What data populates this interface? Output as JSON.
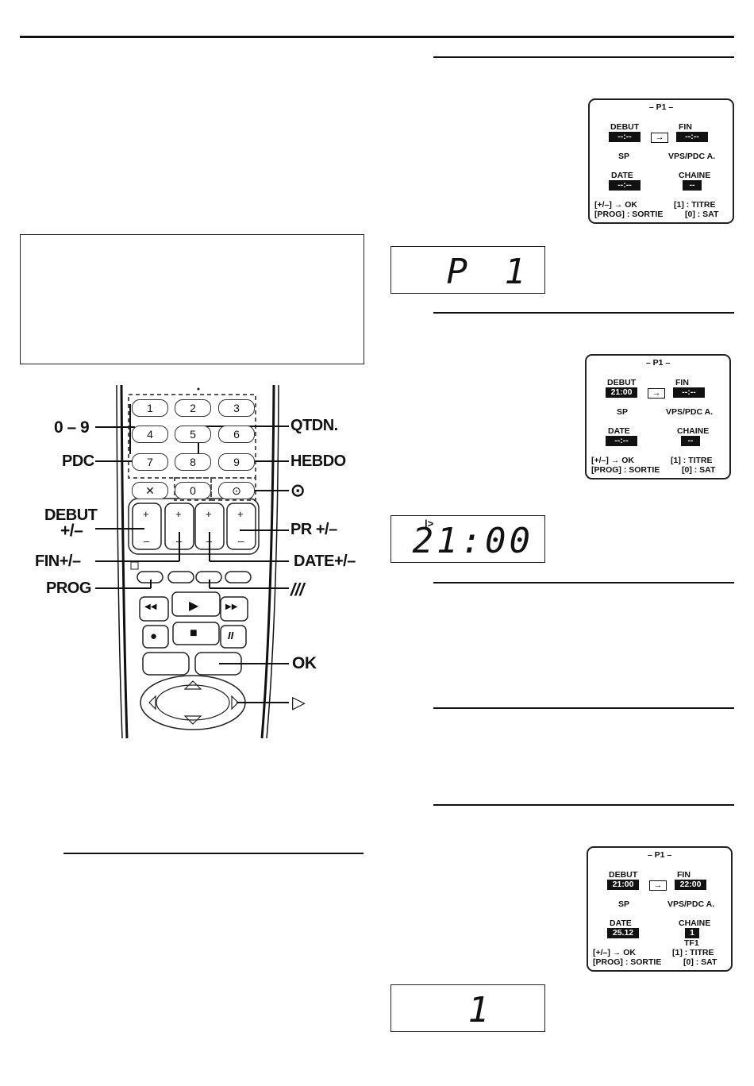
{
  "osd_screens": [
    {
      "header": "– P1 –",
      "debut_label": "DEBUT",
      "debut_value": "--:--",
      "fin_label": "FIN",
      "fin_value": "--:--",
      "arrow": "→",
      "sp": "SP",
      "vps": "VPS/PDC A.",
      "date_label": "DATE",
      "date_value": "--:--",
      "chaine_label": "CHAINE",
      "chaine_value": "--",
      "chaine_sub": "",
      "footer_left_1": "[+/–] → OK",
      "footer_right_1": "[1] : TITRE",
      "footer_left_2": "[PROG] : SORTIE",
      "footer_right_2": "[0] : SAT"
    },
    {
      "header": "– P1 –",
      "debut_label": "DEBUT",
      "debut_value": "21:00",
      "fin_label": "FIN",
      "fin_value": "--:--",
      "arrow": "→",
      "sp": "SP",
      "vps": "VPS/PDC A.",
      "date_label": "DATE",
      "date_value": "--:--",
      "chaine_label": "CHAINE",
      "chaine_value": "--",
      "chaine_sub": "",
      "footer_left_1": "[+/–] → OK",
      "footer_right_1": "[1] : TITRE",
      "footer_left_2": "[PROG] : SORTIE",
      "footer_right_2": "[0] : SAT"
    },
    {
      "header": "– P1 –",
      "debut_label": "DEBUT",
      "debut_value": "21:00",
      "fin_label": "FIN",
      "fin_value": "22:00",
      "arrow": "→",
      "sp": "SP",
      "vps": "VPS/PDC A.",
      "date_label": "DATE",
      "date_value": "25.12",
      "chaine_label": "CHAINE",
      "chaine_value": "1",
      "chaine_sub": "TF1",
      "footer_left_1": "[+/–] → OK",
      "footer_right_1": "[1] : TITRE",
      "footer_left_2": "[PROG] : SORTIE",
      "footer_right_2": "[0] : SAT"
    }
  ],
  "lcd_displays": [
    {
      "digits": "P 1",
      "indicator": ""
    },
    {
      "digits": "21:00",
      "indicator": "|>"
    },
    {
      "digits": "1",
      "indicator": ""
    }
  ],
  "remote_labels": {
    "zero_nine": "0 – 9",
    "pdc": "PDC",
    "debut": "DEBUT",
    "debut_pm": "+/–",
    "fin": "FIN+/–",
    "prog": "PROG",
    "qtdn": "QTDN.",
    "hebdo": "HEBDO",
    "timer": "⊙",
    "pr": "PR +/–",
    "date": "DATE+/–",
    "slashes": "///",
    "ok": "OK",
    "play_right": "▷"
  },
  "remote_keys": {
    "k1": "1",
    "k2": "2",
    "k3": "3",
    "k4": "4",
    "k5": "5",
    "k6": "6",
    "k7": "7",
    "k8": "8",
    "k9": "9",
    "k0": "0",
    "kx": "✕",
    "ktimer": "⊙",
    "plus": "+",
    "minus": "–",
    "play": "▶",
    "stop": "■",
    "pause": "II",
    "rec": "●",
    "rew": "◀◀",
    "ff": "▶▶"
  }
}
